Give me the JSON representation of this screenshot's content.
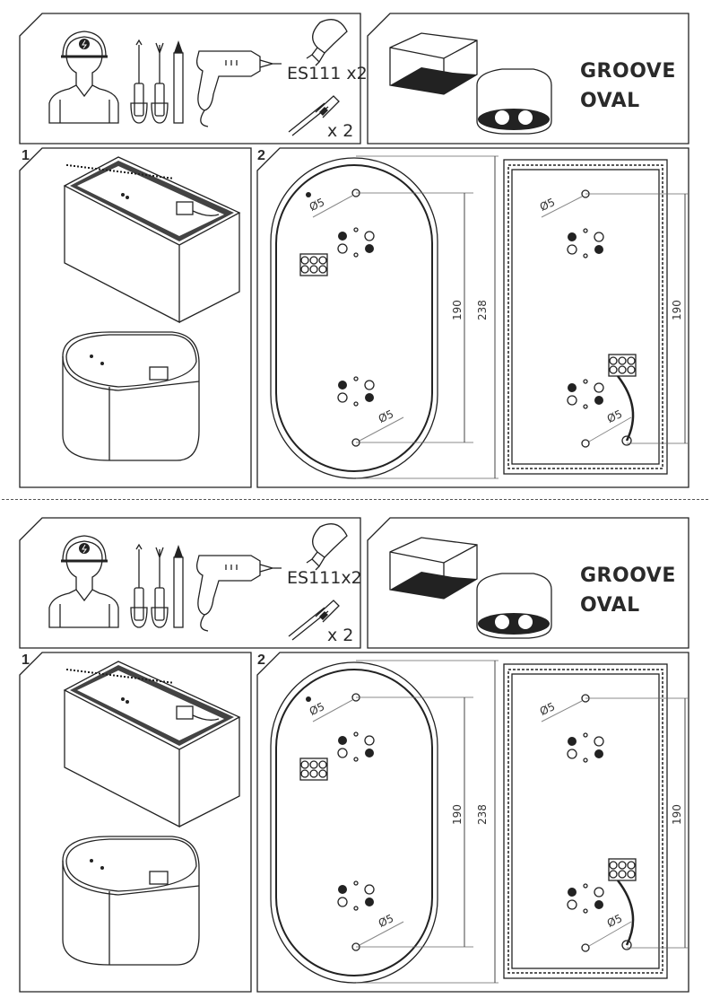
{
  "sections": [
    {
      "tools": {
        "bulb_label": "ES111 x2",
        "anchor_label": "x 2"
      },
      "product": {
        "name_line1": "GROOVE",
        "name_line2": "OVAL"
      },
      "step1": {
        "number": "1"
      },
      "step2": {
        "number": "2",
        "hole_label": "Ø5",
        "dim_inner": "190",
        "dim_outer": "238",
        "dim_rect": "190"
      }
    },
    {
      "tools": {
        "bulb_label": "ES111x2",
        "anchor_label": "x 2"
      },
      "product": {
        "name_line1": "GROOVE",
        "name_line2": "OVAL"
      },
      "step1": {
        "number": "1"
      },
      "step2": {
        "number": "2",
        "hole_label": "Ø5",
        "dim_inner": "190",
        "dim_outer": "238",
        "dim_rect": "190"
      }
    }
  ]
}
